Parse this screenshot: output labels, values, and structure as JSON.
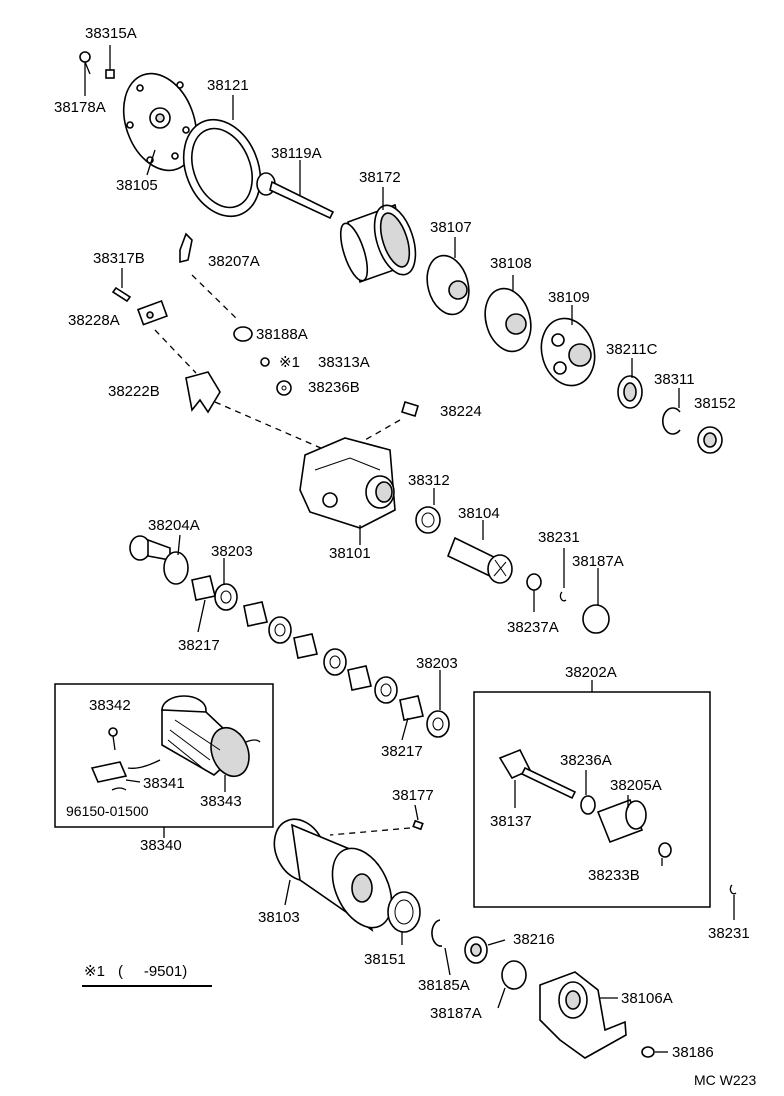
{
  "labels": {
    "p38315A": "38315A",
    "p38178A": "38178A",
    "p38121": "38121",
    "p38105": "38105",
    "p38119A": "38119A",
    "p38172": "38172",
    "p38107": "38107",
    "p38108": "38108",
    "p38109": "38109",
    "p38211C": "38211C",
    "p38311": "38311",
    "p38152": "38152",
    "p38317B": "38317B",
    "p38207A": "38207A",
    "p38228A": "38228A",
    "p38188A": "38188A",
    "p38313A": "38313A",
    "p38236B": "38236B",
    "p38222B": "38222B",
    "p38224": "38224",
    "p38312": "38312",
    "p38104": "38104",
    "p38231a": "38231",
    "p38187Aa": "38187A",
    "p38101": "38101",
    "p38204A": "38204A",
    "p38203a": "38203",
    "p38217a": "38217",
    "p38237A": "38237A",
    "p38203b": "38203",
    "p38217b": "38217",
    "p38202A": "38202A",
    "p38342": "38342",
    "p38341": "38341",
    "p38343": "38343",
    "p96150": "96150-01500",
    "p38340": "38340",
    "p38236A": "38236A",
    "p38205A": "38205A",
    "p38137": "38137",
    "p38233B": "38233B",
    "p38177": "38177",
    "p38103": "38103",
    "p38151": "38151",
    "p38185A": "38185A",
    "p38216": "38216",
    "p38231b": "38231",
    "p38187Ab": "38187A",
    "p38106A": "38106A",
    "p38186": "38186"
  },
  "note_mark": "※1",
  "footnote": {
    "mark": "※1",
    "text": "(     -9501)"
  },
  "diagram_code": "MC W223"
}
